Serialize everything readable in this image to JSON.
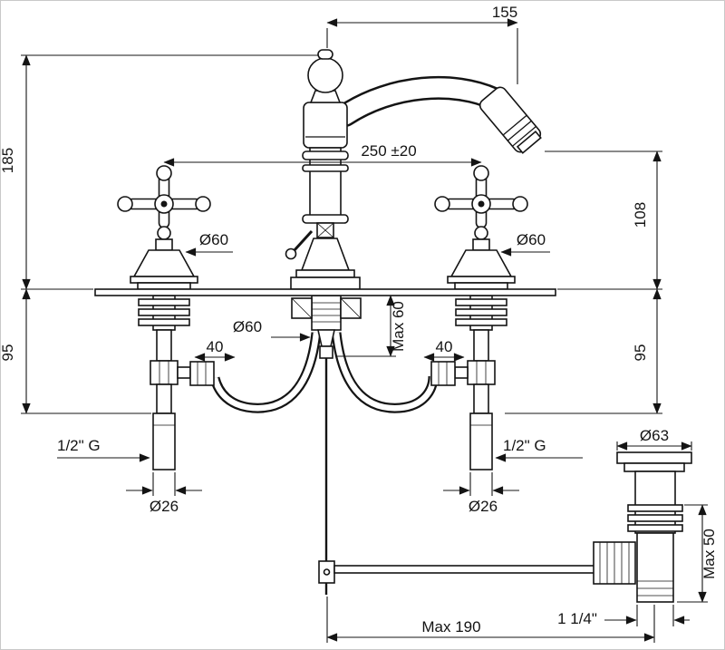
{
  "page": {
    "background": "#ffffff",
    "line_color": "#141414",
    "description": "Technical dimension drawing of a 3-hole bidet mixer faucet with cross handles and pop-up waste drain"
  },
  "labels": {
    "d155": "155",
    "d185": "185",
    "d250": "250 ±20",
    "d108": "108",
    "d95_left": "95",
    "d95_right": "95",
    "dia60_left_handle": "Ø60",
    "dia60_right_handle": "Ø60",
    "dia60_body": "Ø60",
    "max60": "Max 60",
    "d40_left": "40",
    "d40_right": "40",
    "g_half_left": "1/2\" G",
    "g_half_right": "1/2\" G",
    "dia26_left": "Ø26",
    "dia26_right": "Ø26",
    "dia63_drain": "Ø63",
    "max50": "Max 50",
    "tail_one_quarter": "1 1/4\"",
    "max190": "Max 190"
  }
}
